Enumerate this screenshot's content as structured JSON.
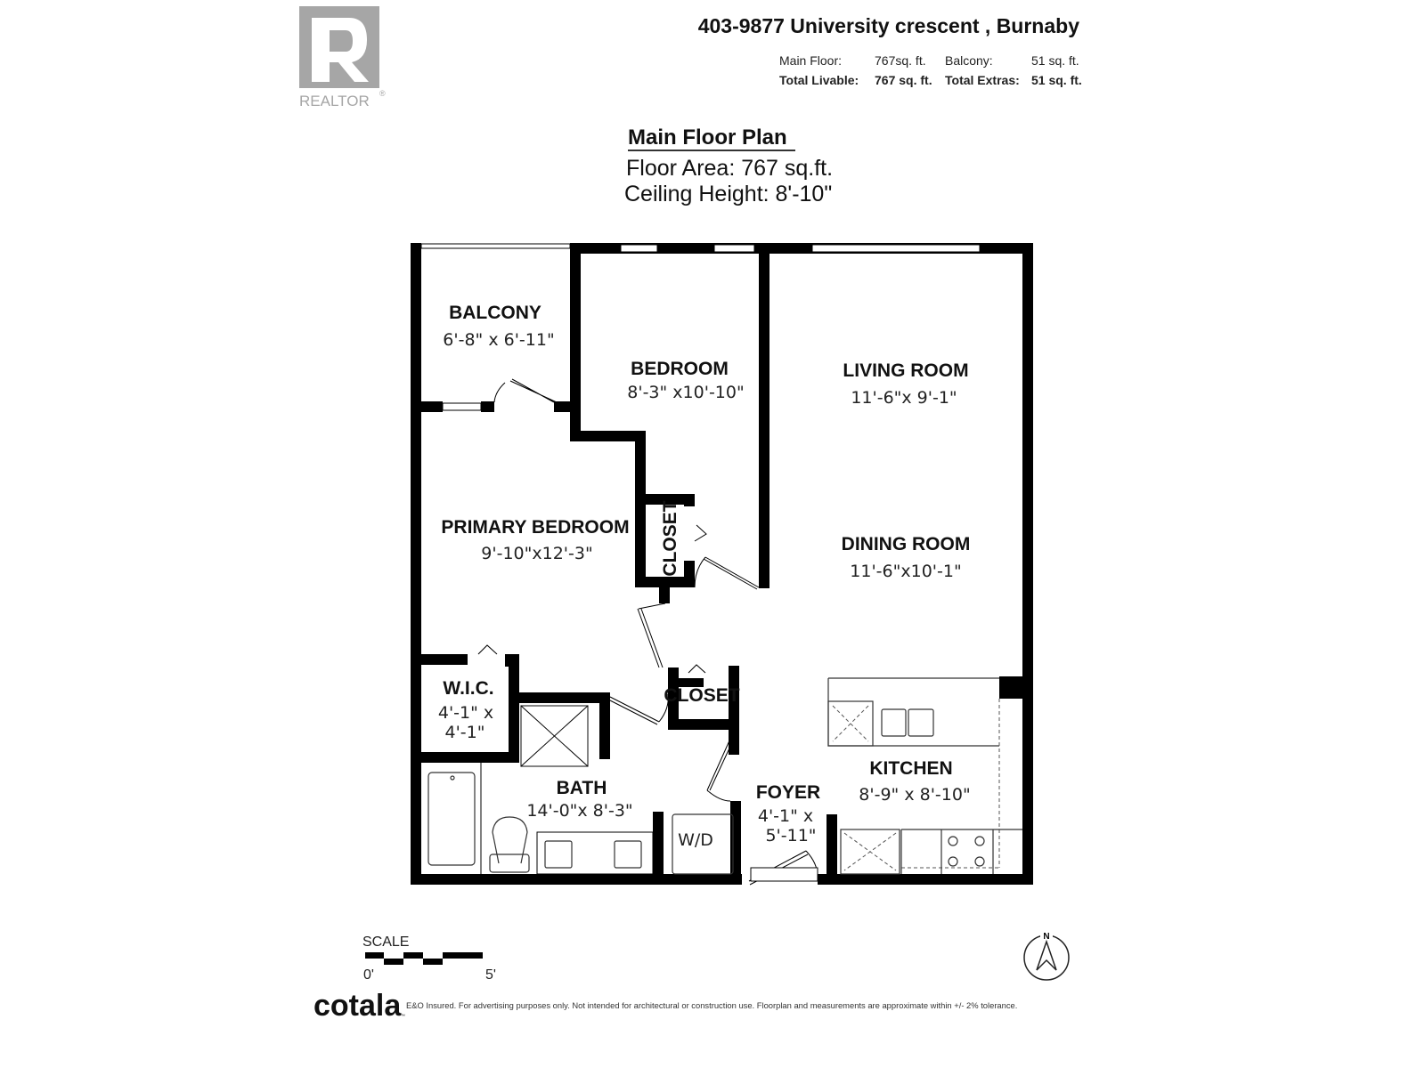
{
  "brand": {
    "realtor_logo": "REALTOR",
    "realtor_mark": "®",
    "footer_logo": "cotala",
    "footer_tm": "™"
  },
  "header": {
    "address": "403-9877 University crescent , Burnaby",
    "main_floor_label": "Main Floor:",
    "main_floor_value": "767sq. ft.",
    "balcony_label": "Balcony:",
    "balcony_value": "51 sq. ft.",
    "total_livable_label": "Total Livable:",
    "total_livable_value": "767 sq. ft.",
    "total_extras_label": "Total Extras:",
    "total_extras_value": "51 sq. ft."
  },
  "plan": {
    "title": "Main Floor Plan",
    "floor_area": "Floor Area: 767 sq.ft.",
    "ceiling_height": "Ceiling Height: 8'-10\""
  },
  "rooms": {
    "balcony": {
      "name": "BALCONY",
      "dims": "6'-8\" x 6'-11\""
    },
    "bedroom": {
      "name": "BEDROOM",
      "dims": "8'-3\" x10'-10\""
    },
    "living": {
      "name": "LIVING ROOM",
      "dims": "11'-6\"x  9'-1\""
    },
    "dining": {
      "name": "DINING ROOM",
      "dims": "11'-6\"x10'-1\""
    },
    "primary": {
      "name": "PRIMARY BEDROOM",
      "dims": "9'-10\"x12'-3\""
    },
    "closet1": {
      "name": "CLOSET"
    },
    "closet2": {
      "name": "CLOSET"
    },
    "wic": {
      "name": "W.I.C.",
      "dims1": "4'-1\" x",
      "dims2": "4'-1\""
    },
    "bath": {
      "name": "BATH",
      "dims": "14'-0\"x  8'-3\""
    },
    "wd": {
      "name": "W/D"
    },
    "foyer": {
      "name": "FOYER",
      "dims1": "4'-1\" x",
      "dims2": "5'-11\""
    },
    "kitchen": {
      "name": "KITCHEN",
      "dims": "8'-9\" x 8'-10\""
    }
  },
  "scale": {
    "label": "SCALE",
    "start": "0'",
    "end": "5'"
  },
  "compass": {
    "north": "N"
  },
  "footer": {
    "disclaimer": "E&O Insured. For advertising purposes only. Not intended for architectural or construction use. Floorplan and measurements are approximate within +/- 2% tolerance."
  },
  "colors": {
    "wall": "#000000",
    "logo_gray": "#a6a6a6"
  }
}
